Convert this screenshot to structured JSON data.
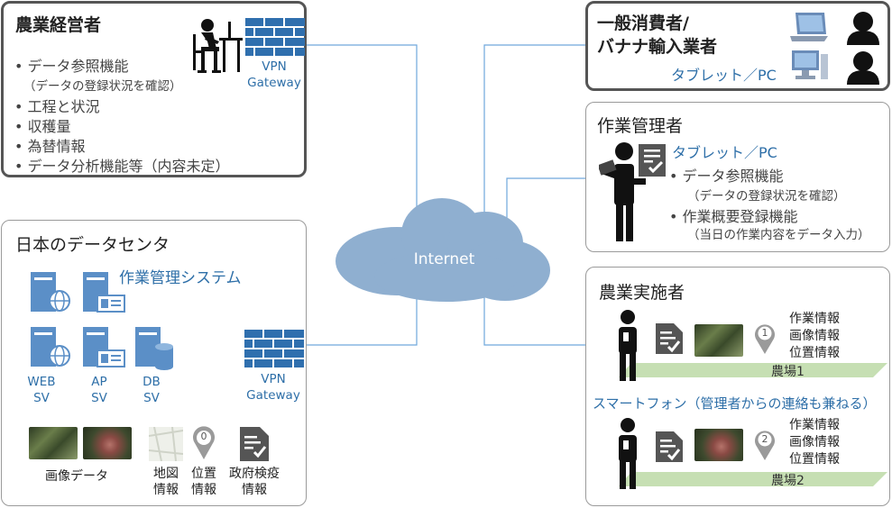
{
  "network": {
    "internet_label": "Internet"
  },
  "owner_panel": {
    "title": "農業経営者",
    "items": [
      "データ参照機能",
      "工程と状況",
      "収穫量",
      "為替情報",
      "データ分析機能等（内容未定）"
    ],
    "sub_note": "（データの登録状況を確認）",
    "vpn_label_1": "VPN",
    "vpn_label_2": "Gateway"
  },
  "datacenter_panel": {
    "title": "日本のデータセンタ",
    "system_label": "作業管理システム",
    "servers": [
      {
        "line1": "WEB",
        "line2": "SV"
      },
      {
        "line1": "AP",
        "line2": "SV"
      },
      {
        "line1": "DB",
        "line2": "SV"
      }
    ],
    "vpn_label_1": "VPN",
    "vpn_label_2": "Gateway",
    "image_data_label": "画像データ",
    "map_label_1": "地図",
    "map_label_2": "情報",
    "pin_number": "0",
    "location_label_1": "位置",
    "location_label_2": "情報",
    "quarantine_label_1": "政府検疫",
    "quarantine_label_2": "情報"
  },
  "consumer_panel": {
    "title_line1": "一般消費者/",
    "title_line2": "バナナ輸入業者",
    "device_label": "タブレット／PC"
  },
  "manager_panel": {
    "title": "作業管理者",
    "device_label": "タブレット／PC",
    "items": [
      "データ参照機能",
      "作業概要登録機能"
    ],
    "sub_notes": [
      "（データの登録状況を確認）",
      "（当日の作業内容をデータ入力）"
    ]
  },
  "worker_panel": {
    "title": "農業実施者",
    "info_labels": [
      "作業情報",
      "画像情報",
      "位置情報"
    ],
    "farm1_label": "農場1",
    "farm2_label": "農場2",
    "pin1_number": "1",
    "pin2_number": "2",
    "smartphone_label": "スマートフォン（管理者からの連絡も兼ねる）"
  },
  "colors": {
    "link_line": "#6fa8dc",
    "cloud": "#8fafd0",
    "accent_blue": "#2e6fa8",
    "server_blue": "#5b8fc7",
    "farm_green": "#c6dfb3",
    "panel_border": "#555555"
  }
}
